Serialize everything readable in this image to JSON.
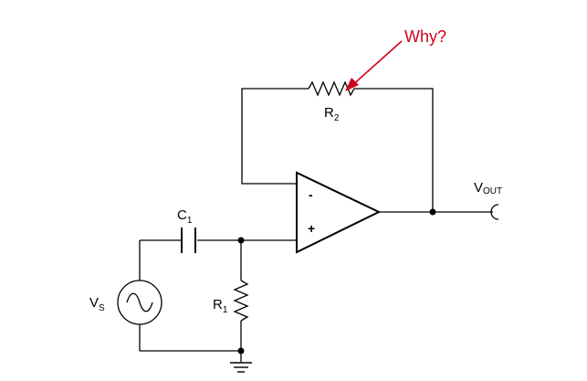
{
  "annotation": {
    "text": "Why?",
    "color": "#d0021b"
  },
  "components": {
    "r2": {
      "letter": "R",
      "subscript": "2"
    },
    "r1": {
      "letter": "R",
      "subscript": "1"
    },
    "c1": {
      "letter": "C",
      "subscript": "1"
    },
    "vs": {
      "letter": "V",
      "subscript": "S"
    },
    "vout": {
      "letter": "V",
      "subscript": "OUT"
    }
  },
  "opamp": {
    "inverting": "-",
    "non_inverting": "+"
  }
}
